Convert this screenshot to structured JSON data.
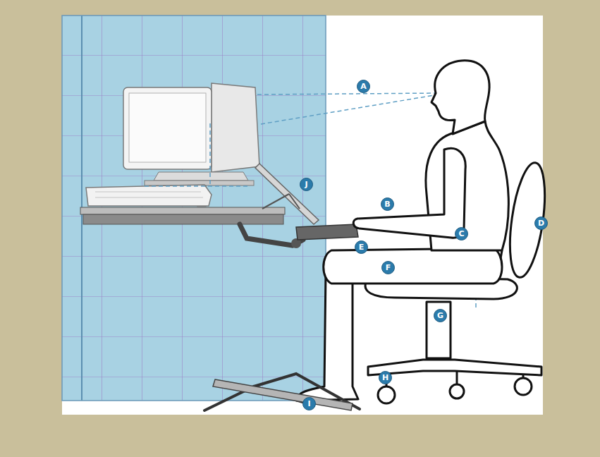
{
  "diagram": {
    "labels": [
      "A",
      "B",
      "C",
      "D",
      "E",
      "F",
      "G",
      "H",
      "I",
      "J"
    ]
  }
}
